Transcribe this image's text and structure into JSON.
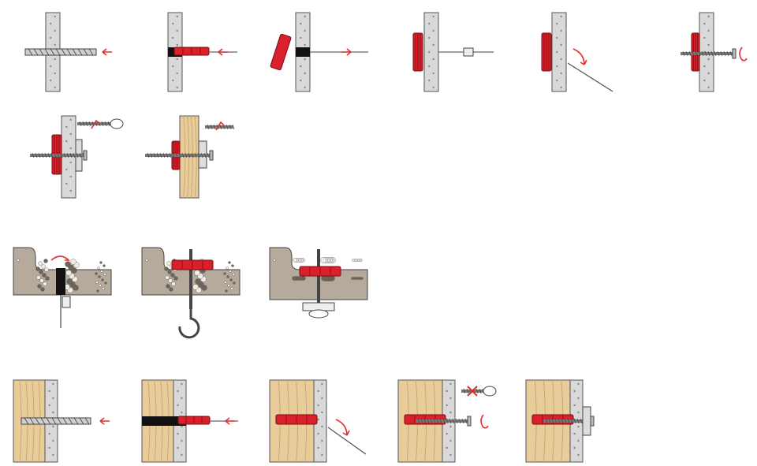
{
  "colors": {
    "plug_red": "#d9202b",
    "arrow_red": "#e03030",
    "board": "#d9d9d9",
    "wood": "#e8cc9a",
    "concrete": "#b5aa9b",
    "metal": "#777777",
    "cross": "#e03030"
  },
  "row_1": [
    {
      "step": "drill-hole",
      "icon": "drill-bit"
    },
    {
      "step": "insert-plug",
      "icon": "plug-insert"
    },
    {
      "step": "push-through-and-tip",
      "icon": "plug-tipped"
    },
    {
      "step": "pull-plug-back",
      "icon": "plug-pull"
    },
    {
      "step": "snap-off-pull-strip",
      "icon": "strip-snap"
    },
    {
      "step": "screw-in",
      "icon": "screw-rotate"
    }
  ],
  "row_2": [
    {
      "step": "fixture-mounted-screw",
      "icon": "screw-fixed"
    },
    {
      "step": "fixture-on-timber",
      "icon": "timber-fixing"
    }
  ],
  "row_3": [
    {
      "step": "ceiling-insert",
      "icon": "ceiling-plug"
    },
    {
      "step": "ceiling-hook",
      "icon": "ceiling-hook"
    },
    {
      "step": "ceiling-fixture",
      "icon": "ceiling-fixture"
    }
  ],
  "row_4": [
    {
      "step": "drill-through-board-into-wood",
      "icon": "drill-wood"
    },
    {
      "step": "insert-plug-wood",
      "icon": "plug-wood"
    },
    {
      "step": "snap-strip-wood",
      "icon": "strip-wood"
    },
    {
      "step": "screw-not-bolt",
      "icon": "screw-cross"
    },
    {
      "step": "finished-fixing",
      "icon": "final-fixing"
    }
  ]
}
